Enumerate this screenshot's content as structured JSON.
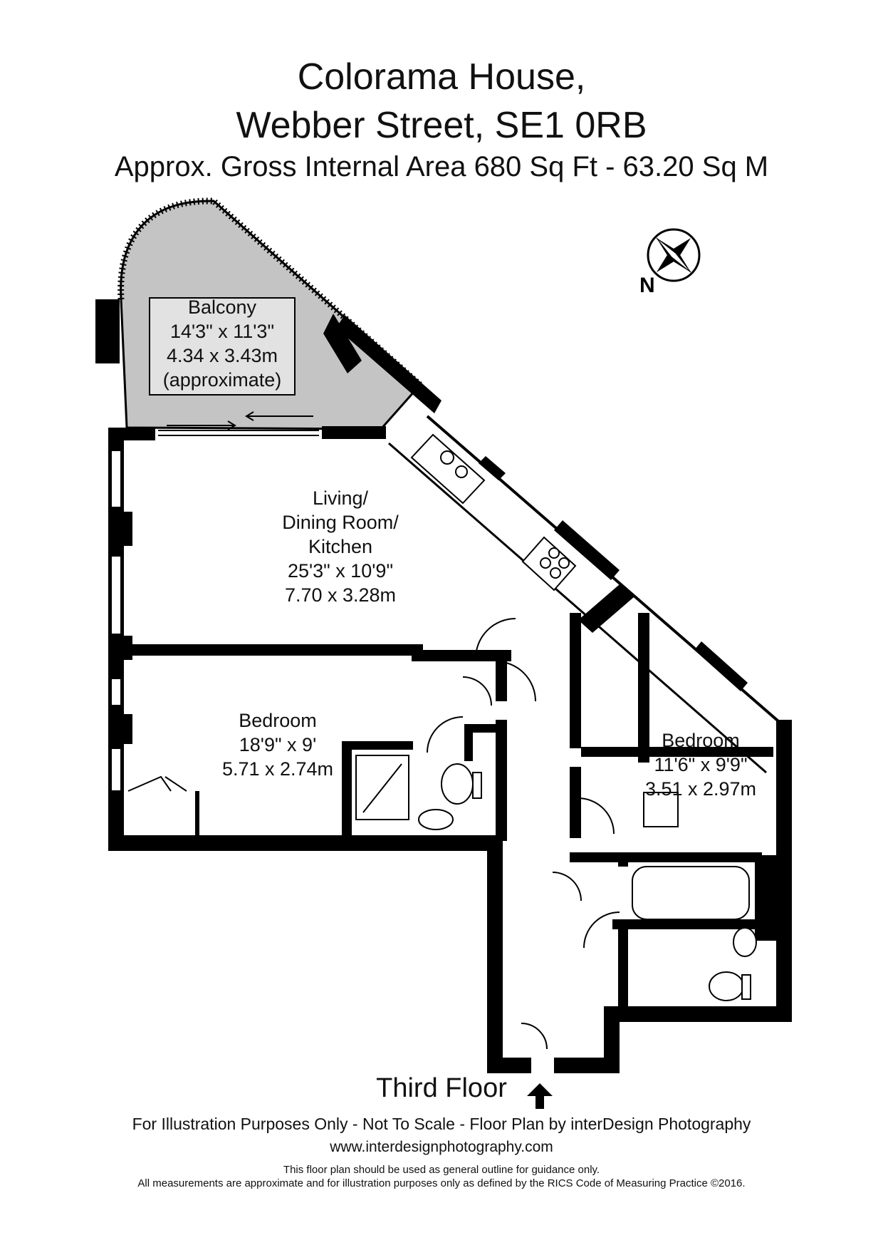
{
  "header": {
    "line1": "Colorama House,",
    "line2": "Webber Street, SE1 0RB",
    "line3": "Approx. Gross Internal Area   680 Sq Ft  -  63.20 Sq M"
  },
  "compass": {
    "label": "N",
    "icon": "compass-rose-icon"
  },
  "rooms": {
    "balcony": {
      "name": "Balcony",
      "imperial": "14'3\" x 11'3\"",
      "metric": "4.34 x 3.43m",
      "note": "(approximate)"
    },
    "living": {
      "line1": "Living/",
      "line2": "Dining Room/",
      "line3": "Kitchen",
      "imperial": "25'3\" x 10'9\"",
      "metric": "7.70 x 3.28m"
    },
    "bedroom1": {
      "name": "Bedroom",
      "imperial": "18'9\" x 9'",
      "metric": "5.71 x 2.74m"
    },
    "bedroom2": {
      "name": "Bedroom",
      "imperial": "11'6\" x 9'9\"",
      "metric": "3.51 x 2.97m"
    }
  },
  "footer": {
    "floor": "Third Floor",
    "disclaimer": "For Illustration Purposes Only - Not To Scale - Floor Plan by interDesign Photography",
    "website": "www.interdesignphotography.com",
    "note1": "This floor plan should be used as general outline for guidance only.",
    "note2": "All measurements are approximate and for illustration purposes only as defined by the RICS Code of Measuring Practice ©2016."
  },
  "colors": {
    "wall": "#000000",
    "balcony_fill": "#c4c4c4",
    "background": "#ffffff"
  }
}
